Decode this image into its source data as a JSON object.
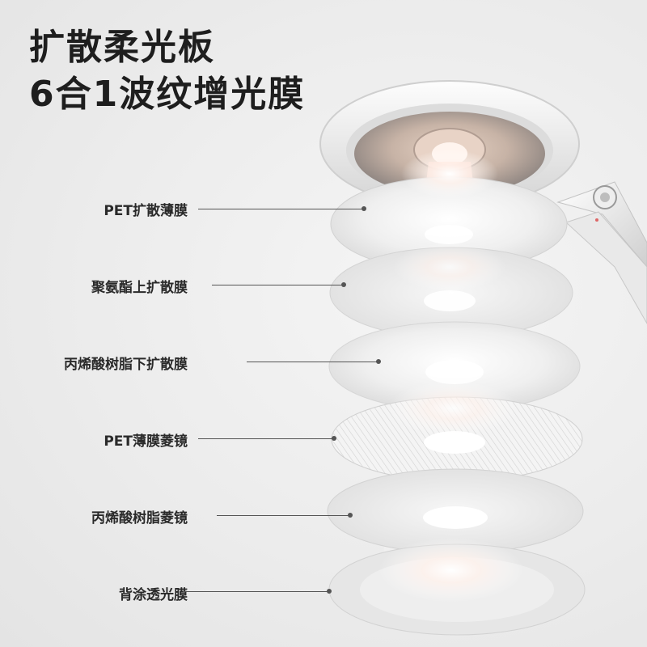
{
  "headline": {
    "line1": "扩散柔光板",
    "line2": "6合1波纹增光膜"
  },
  "layers": [
    {
      "label": "PET扩散薄膜"
    },
    {
      "label": "聚氨酯上扩散膜"
    },
    {
      "label": "丙烯酸树脂下扩散膜"
    },
    {
      "label": "PET薄膜菱镜"
    },
    {
      "label": "丙烯酸树脂菱镜"
    },
    {
      "label": "背涂透光膜"
    }
  ],
  "colors": {
    "text": "#1e1e1e",
    "leader": "#555555",
    "glow": "#fff2ec"
  }
}
